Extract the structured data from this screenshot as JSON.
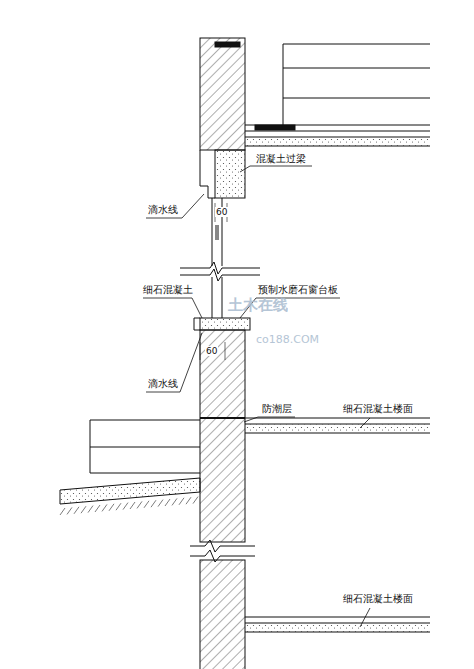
{
  "diagram": {
    "labels": [
      "混凝土过梁",
      "60",
      "滴水线",
      "细石混凝土",
      "预制水磨石窗台板",
      "60",
      "滴水线",
      "防潮层",
      "细石混凝土楼面",
      "细石混凝土楼面",
      "土木在线",
      "co188.COM"
    ]
  }
}
